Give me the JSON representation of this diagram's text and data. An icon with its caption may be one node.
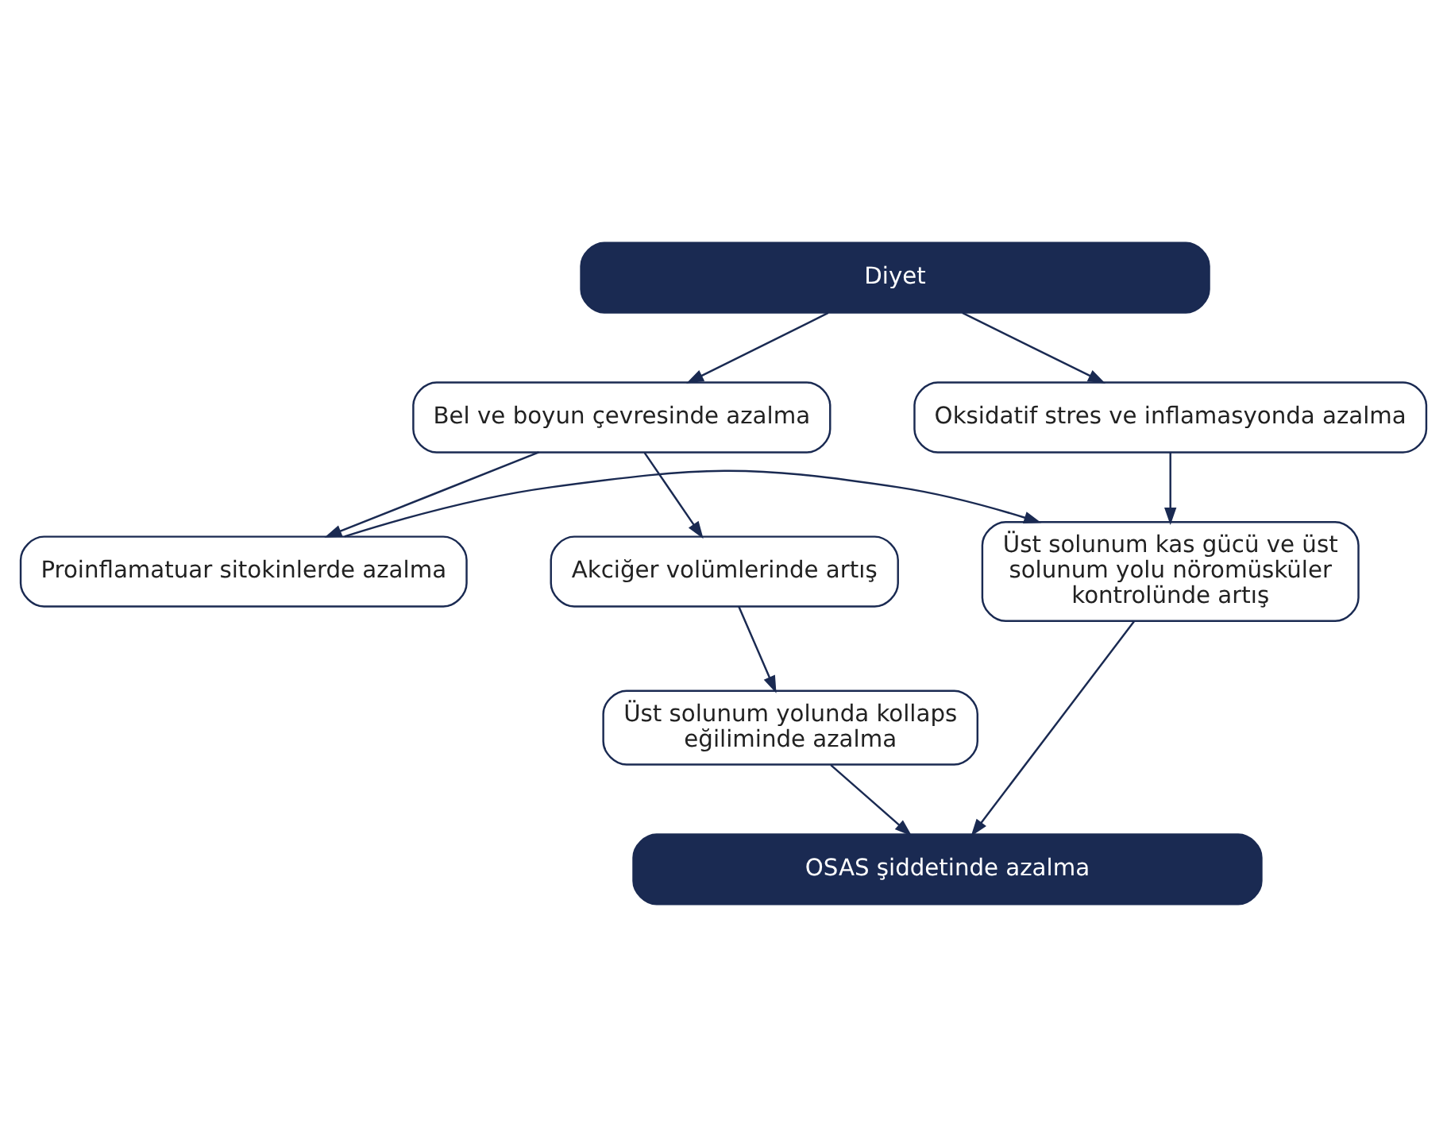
{
  "diagram": {
    "nodes": [
      {
        "text": [
          "Diyet"
        ]
      },
      {
        "text": [
          "Oksidatif stres ve inflamasyonda azalma"
        ]
      },
      {
        "text": [
          "Bel ve boyun çevresinde azalma"
        ]
      },
      {
        "text": [
          "Üst solunum kas gücü ve üst solunum yolu nöromüsküler kontrolünde artış"
        ]
      },
      {
        "text": [
          "Proinflamatuar sitokinlerde azalma"
        ]
      },
      {
        "text": [
          "Akciğer volümlerinde artış"
        ]
      },
      {
        "text": [
          "Üst solunum yolunda kollaps eğiliminde azalma"
        ]
      },
      {
        "text": [
          "OSAS şiddetinde azalma"
        ]
      }
    ],
    "edges": [
      {
        "from": 0,
        "to": 1,
        "arrow": "to"
      },
      {
        "from": 0,
        "to": 2,
        "arrow": "to"
      },
      {
        "from": 1,
        "to": 3,
        "arrow": "to"
      },
      {
        "from": 2,
        "to": 4,
        "arrow": "to"
      },
      {
        "from": 4,
        "to": 3,
        "arrow": "to"
      },
      {
        "from": 2,
        "to": 5,
        "arrow": "to"
      },
      {
        "from": 5,
        "to": 6,
        "arrow": "to"
      },
      {
        "from": 3,
        "to": 7,
        "arrow": "to"
      },
      {
        "from": 6,
        "to": 7,
        "arrow": "to"
      }
    ]
  }
}
